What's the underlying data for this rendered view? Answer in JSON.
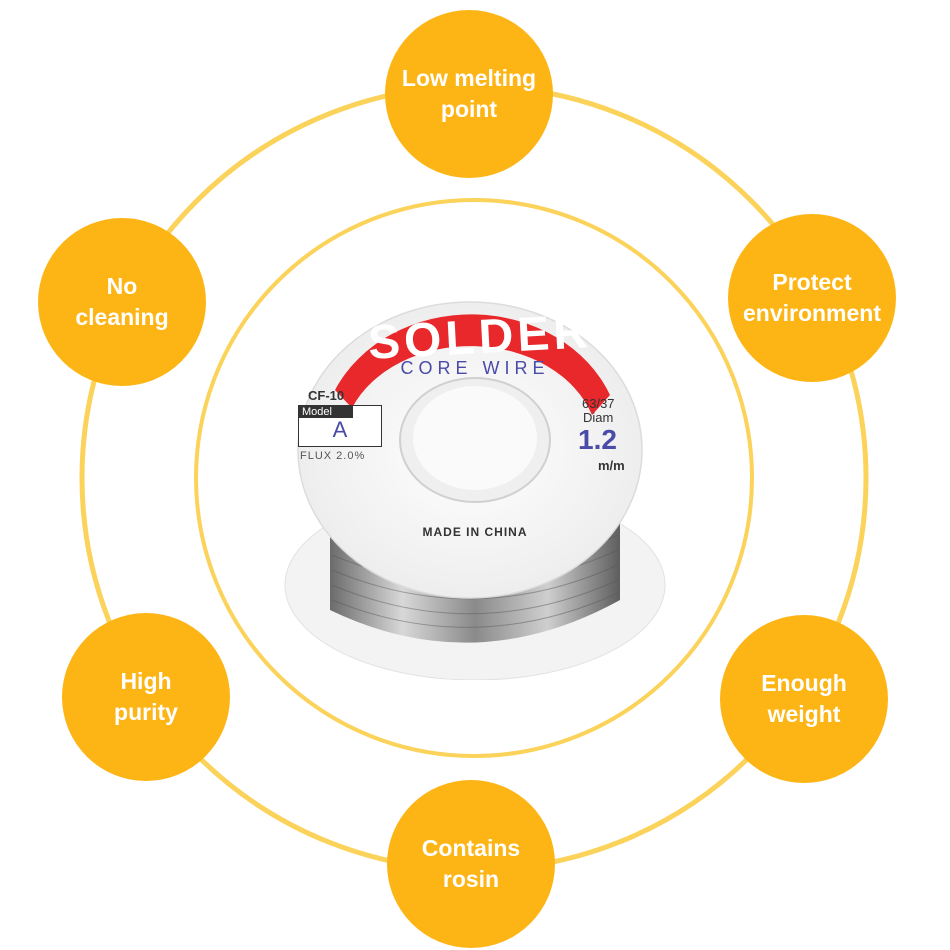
{
  "features": [
    {
      "id": "top",
      "lines": [
        "Low melting",
        "point"
      ]
    },
    {
      "id": "top_left",
      "lines": [
        "No",
        "cleaning"
      ]
    },
    {
      "id": "top_right",
      "lines": [
        "Protect",
        "environment"
      ]
    },
    {
      "id": "bottom_left",
      "lines": [
        "High",
        "purity"
      ]
    },
    {
      "id": "bottom_right",
      "lines": [
        "Enough",
        "weight"
      ]
    },
    {
      "id": "bottom",
      "lines": [
        "Contains",
        "rosin"
      ]
    }
  ],
  "spool_label": {
    "brand": "SOLDER",
    "subtitle": "CORE WIRE",
    "model_code": "CF-10",
    "model_tag": "Model",
    "model_letter": "A",
    "flux": "FLUX 2.0%",
    "alloy": "63/37",
    "diam_label": "Diam",
    "diam_value": "1.2",
    "diam_unit": "m/m",
    "origin": "MADE IN CHINA"
  },
  "colors": {
    "badge": "#FDB515",
    "ring": "#FBD25A",
    "label_red": "#E8282B",
    "label_blue": "#4A4BA8"
  }
}
